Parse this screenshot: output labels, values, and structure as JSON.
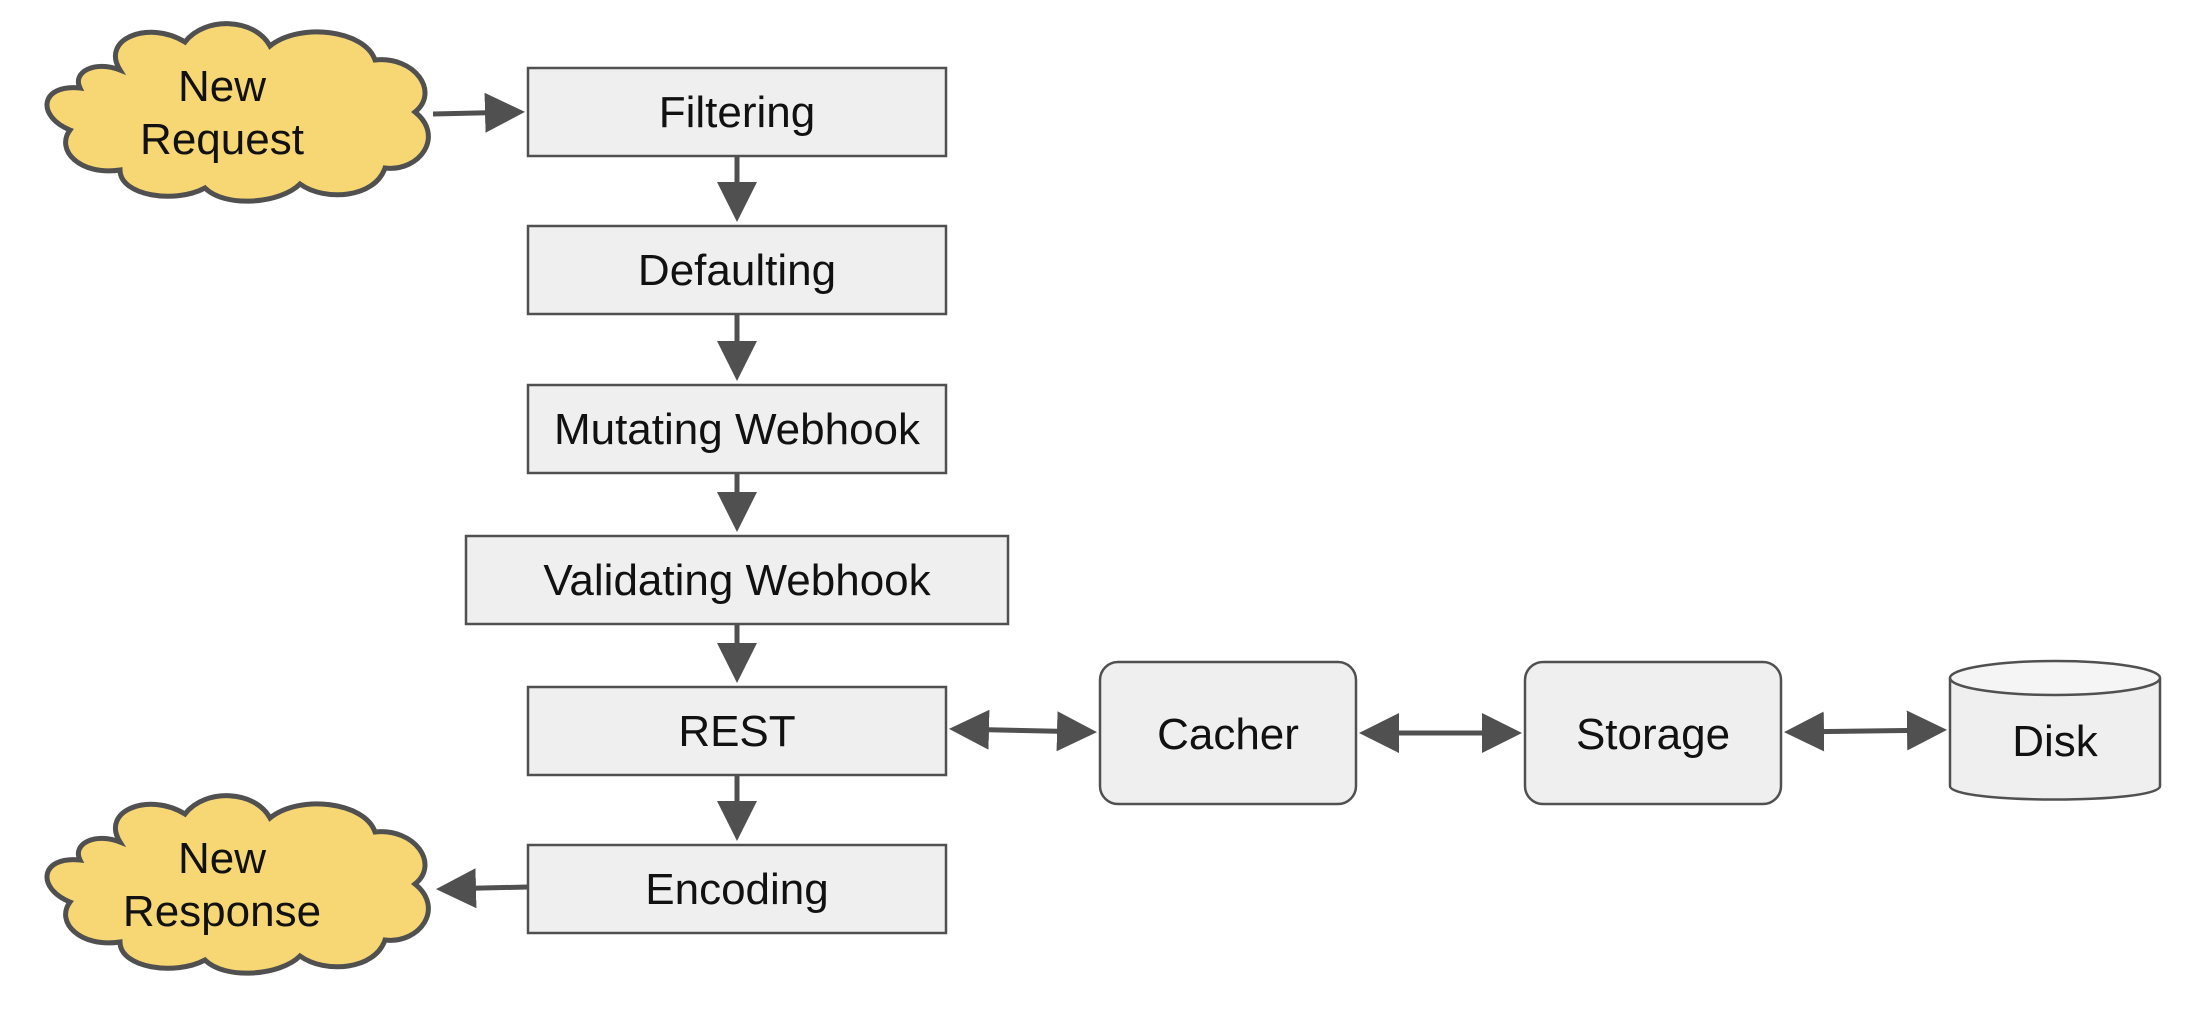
{
  "colors": {
    "box_fill": "#efefef",
    "box_stroke": "#505050",
    "cloud_fill": "#f7d774",
    "text": "#111111",
    "arrow": "#505050",
    "background": "#ffffff"
  },
  "pipeline": {
    "filtering": "Filtering",
    "defaulting": "Defaulting",
    "mutating_webhook": "Mutating Webhook",
    "validating_webhook": "Validating Webhook",
    "rest": "REST",
    "encoding": "Encoding"
  },
  "storage_chain": {
    "cacher": "Cacher",
    "storage": "Storage",
    "disk": "Disk"
  },
  "clouds": {
    "request_line1": "New",
    "request_line2": "Request",
    "response_line1": "New",
    "response_line2": "Response"
  },
  "icons": {
    "request": "cloud-shape",
    "response": "cloud-shape",
    "disk": "cylinder-shape"
  }
}
